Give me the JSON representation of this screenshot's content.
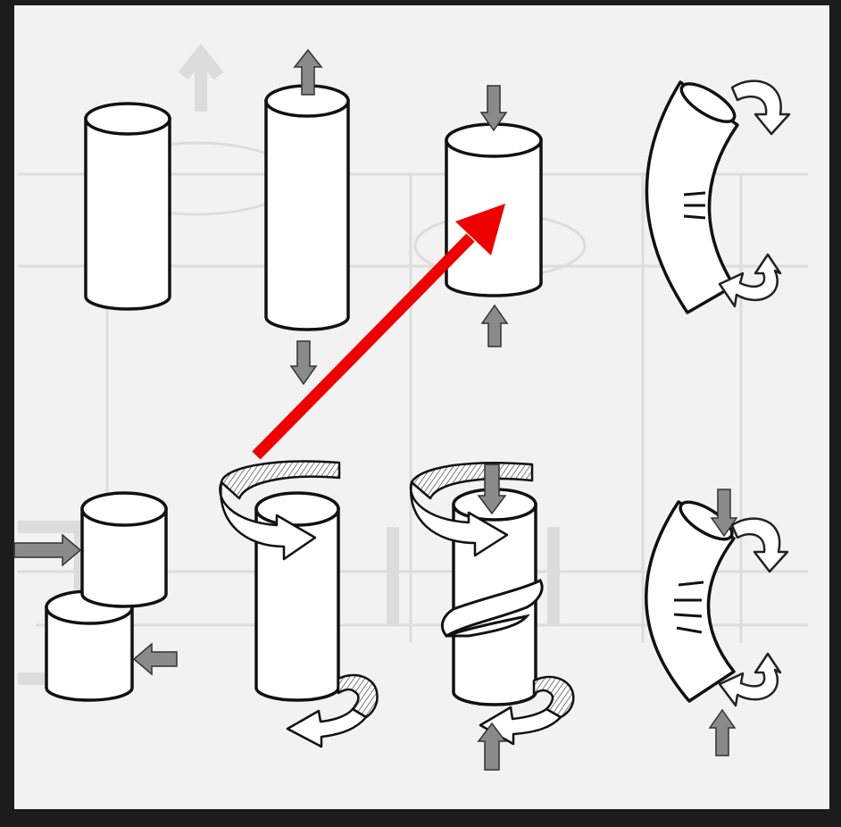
{
  "colors": {
    "frame": "#1c1c1c",
    "paper": "#f2f2f2",
    "ink": "#111111",
    "cylinder_fill": "#ffffff",
    "force_arrow": "#8a8a8a",
    "hatch": "#7a7a7a",
    "annotation_arrow": "#ee0000",
    "ghost_print": "#dcdcdc"
  },
  "panels": [
    {
      "name": "unloaded-cylinder",
      "row": 1,
      "col": 1,
      "arrows": []
    },
    {
      "name": "tension-cylinder",
      "row": 1,
      "col": 2,
      "arrows": [
        "up-arrow",
        "down-arrow"
      ]
    },
    {
      "name": "compression-cylinder",
      "row": 1,
      "col": 3,
      "arrows": [
        "down-arrow",
        "up-arrow"
      ]
    },
    {
      "name": "bending-tube",
      "row": 1,
      "col": 4,
      "arrows": [
        "clockwise-arrow",
        "counter-clockwise-arrow"
      ]
    },
    {
      "name": "shear-cylinders",
      "row": 2,
      "col": 1,
      "arrows": [
        "right-arrow",
        "left-arrow"
      ]
    },
    {
      "name": "torsion-cylinder",
      "row": 2,
      "col": 2,
      "arrows": [
        "twist-arrow-top",
        "twist-arrow-bottom"
      ]
    },
    {
      "name": "torsion-compression-cylinder",
      "row": 2,
      "col": 3,
      "arrows": [
        "twist-arrow-top",
        "down-arrow",
        "twist-arrow-bottom",
        "up-arrow"
      ]
    },
    {
      "name": "bending-compression-tube",
      "row": 2,
      "col": 4,
      "arrows": [
        "down-arrow",
        "clockwise-arrow",
        "counter-clockwise-arrow",
        "up-arrow"
      ]
    }
  ],
  "annotation": {
    "kind": "arrow",
    "from_panel": "torsion-cylinder",
    "to_panel": "compression-cylinder"
  }
}
